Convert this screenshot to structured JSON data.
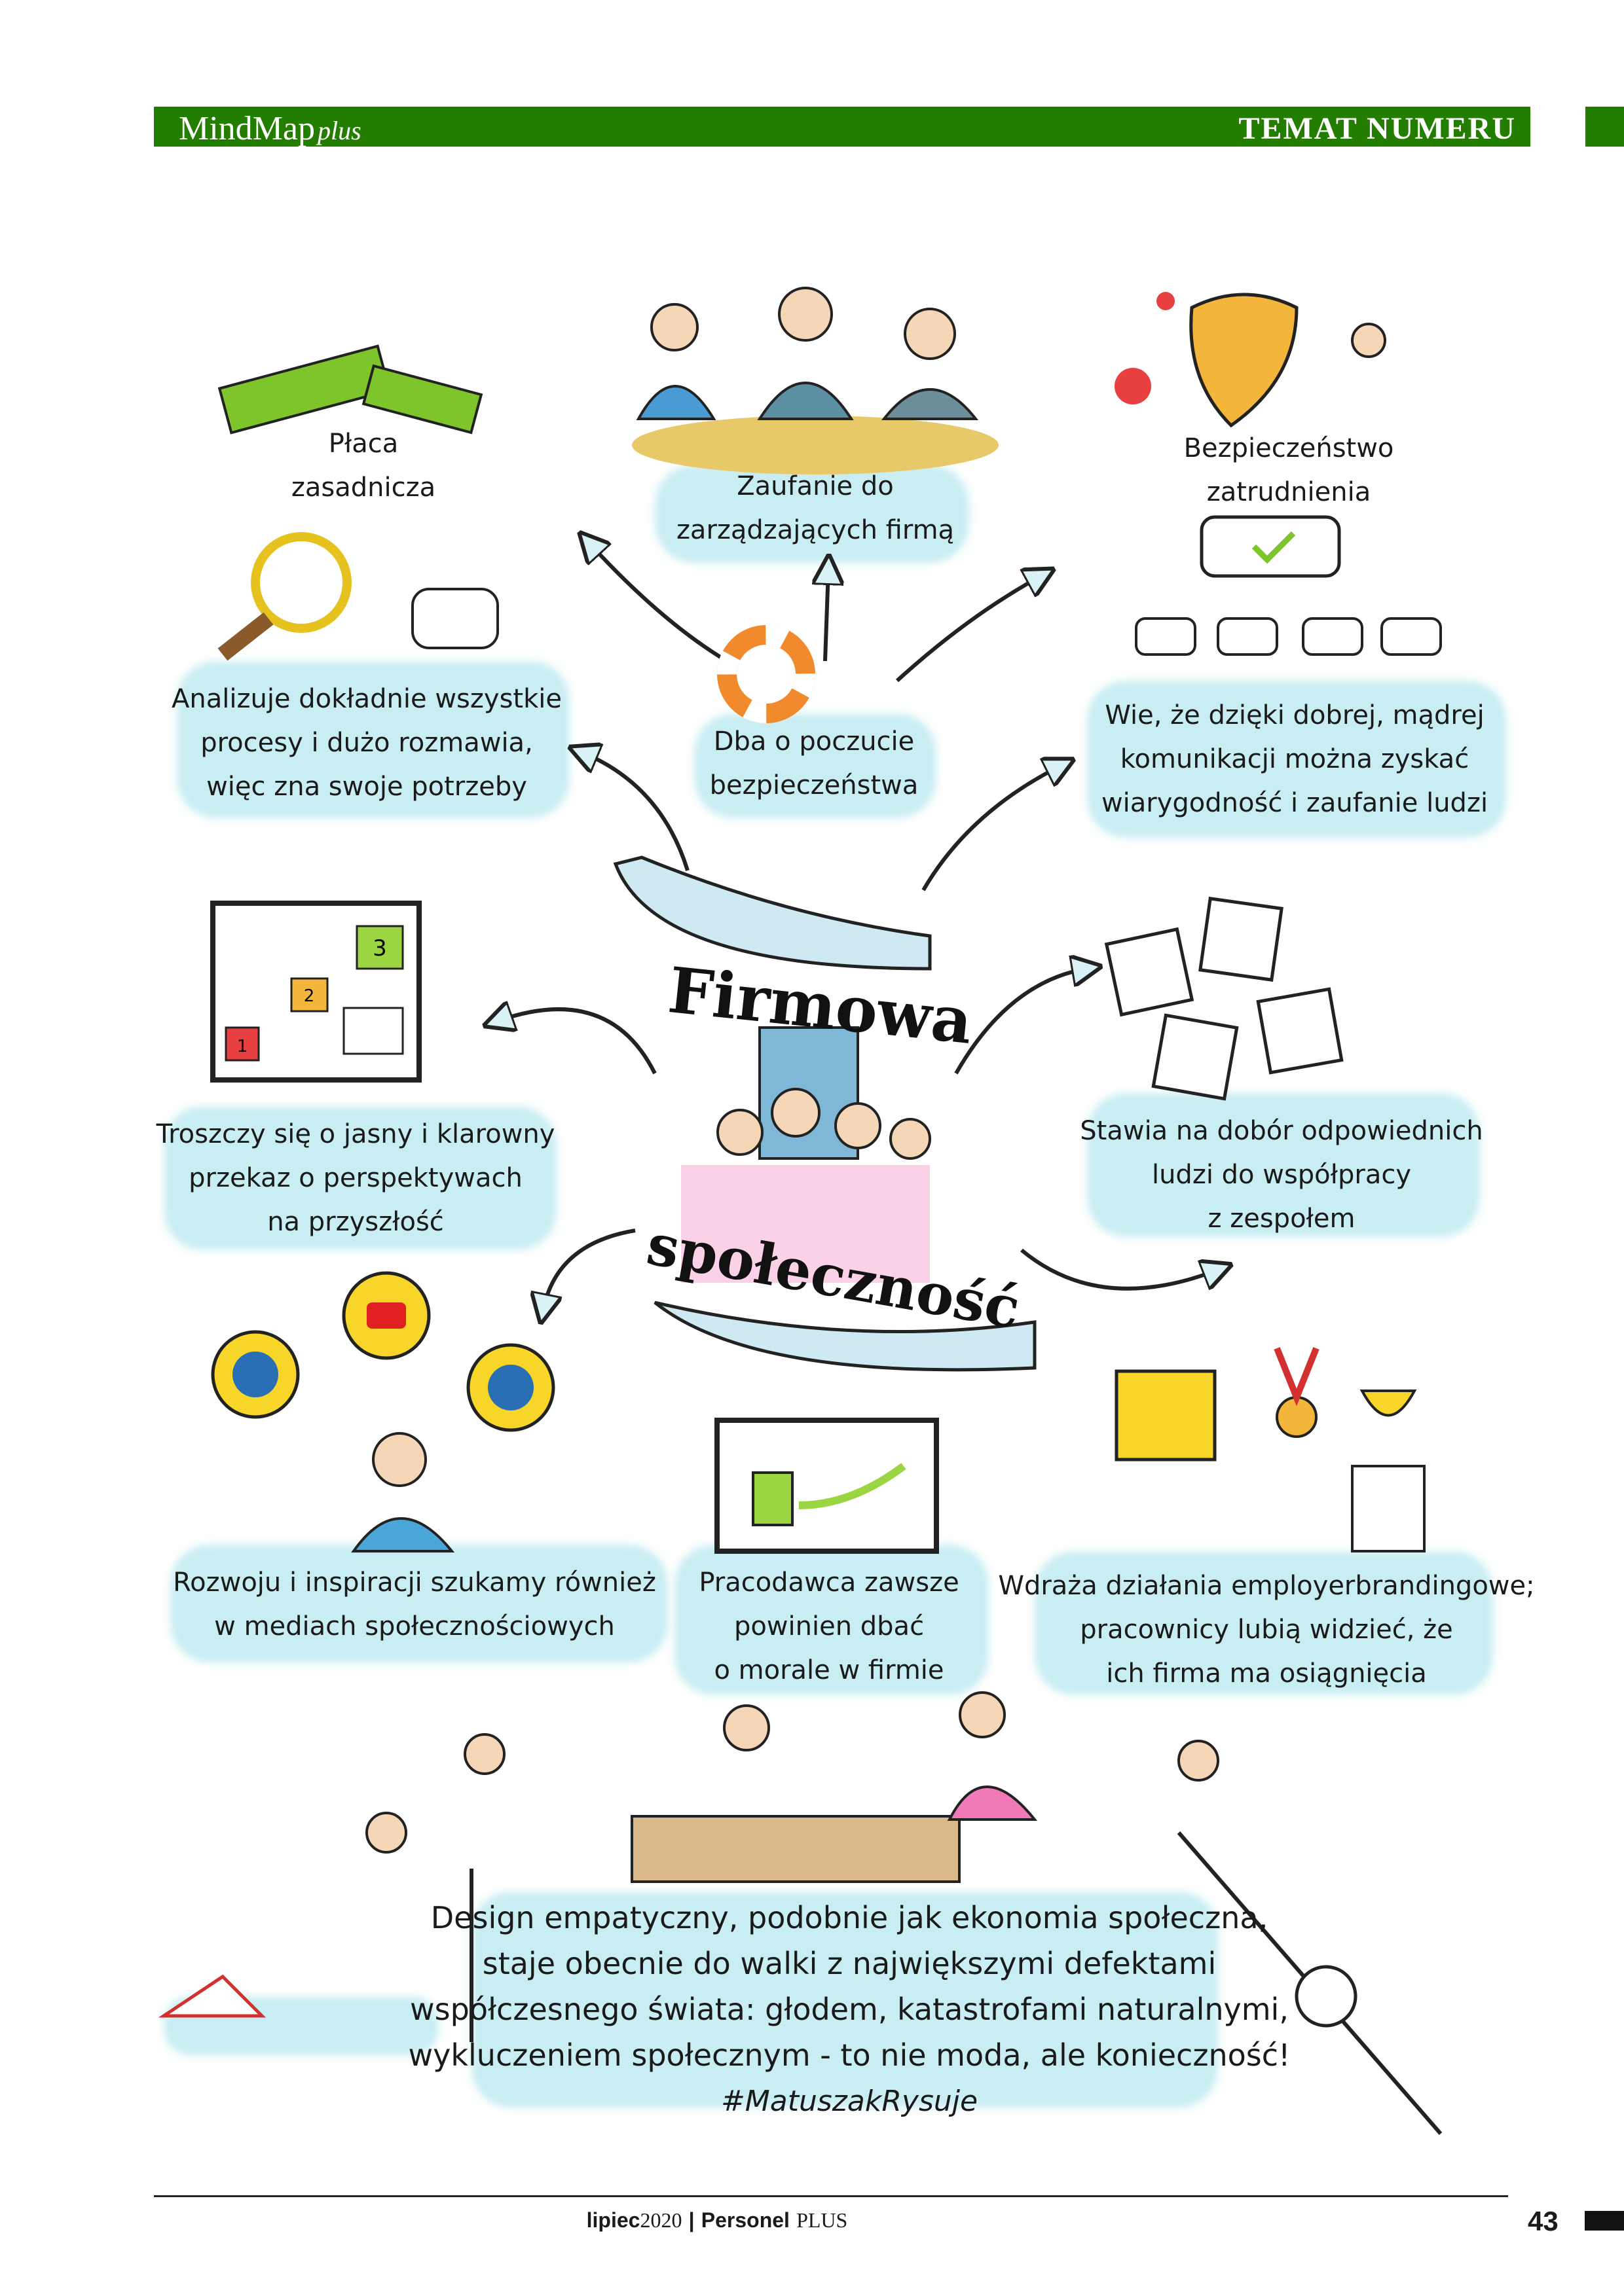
{
  "header": {
    "logo": "MindMap",
    "logo_suffix": "plus",
    "section": "TEMAT NUMERU",
    "accent_color": "#237e00"
  },
  "center": {
    "title_top": "Firmowa",
    "title_bottom": "społeczność"
  },
  "nodes": [
    {
      "lines": [
        "Płaca",
        "zasadnicza"
      ],
      "icon": "money-icon"
    },
    {
      "lines": [
        "Zaufanie do",
        "zarządzających firmą"
      ],
      "icon": "managers-icon"
    },
    {
      "lines": [
        "Bezpieczeństwo",
        "zatrudnienia"
      ],
      "icon": "shield-icon"
    },
    {
      "lines": [
        "Analizuje dokładnie wszystkie",
        "procesy i dużo rozmawia,",
        "więc zna swoje potrzeby"
      ],
      "icon": "magnifier-icon"
    },
    {
      "lines": [
        "Dba o poczucie",
        "bezpieczeństwa"
      ],
      "icon": "lifebuoy-icon"
    },
    {
      "lines": [
        "Wie, że dzięki dobrej, mądrej",
        "komunikacji można zyskać",
        "wiarygodność i zaufanie ludzi"
      ],
      "icon": "checkmark-bubbles-icon"
    },
    {
      "lines": [
        "Troszczy się o jasny i klarowny",
        "przekaz o perspektywach",
        "na przyszłość"
      ],
      "icon": "board-steps-icon"
    },
    {
      "lines": [
        "Stawia na dobór odpowiednich",
        "ludzi do współpracy",
        "z zespołem"
      ],
      "icon": "puzzle-icon"
    },
    {
      "lines": [
        "Rozwoju i inspiracji szukamy również",
        "w mediach społecznościowych"
      ],
      "icon": "social-bulbs-icon"
    },
    {
      "lines": [
        "Pracodawca zawsze",
        "powinien dbać",
        "o morale w firmie"
      ],
      "icon": "thumbs-up-icon"
    },
    {
      "lines": [
        "Wdraża działania employerbrandingowe;",
        "pracownicy lubią widzieć, że",
        "ich firma ma osiągnięcia"
      ],
      "icon": "trophy-icon"
    }
  ],
  "board_steps": [
    "1",
    "2",
    "3"
  ],
  "bottom": {
    "lines": [
      "Design empatyczny, podobnie jak ekonomia społeczna,",
      "staje obecnie do walki z największymi defektami",
      "współczesnego świata: głodem, katastrofami naturalnymi,",
      "wykluczeniem społecznym - to nie moda, ale konieczność!"
    ],
    "signature": "#MatuszakRysuje"
  },
  "footer": {
    "month": "lipiec",
    "year": "2020",
    "separator": "|",
    "magazine": "Personel",
    "magazine_suffix": "PLUS",
    "page_number": "43"
  }
}
